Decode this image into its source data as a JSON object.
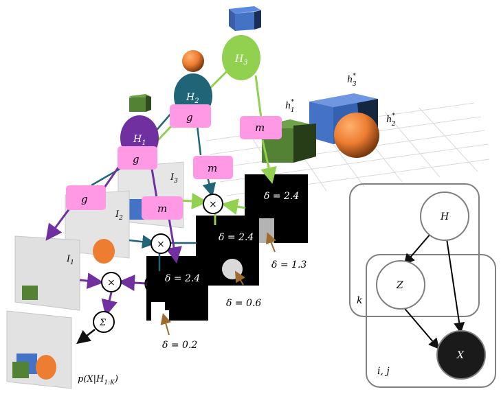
{
  "diagram": {
    "latents": {
      "H1": "H",
      "H1_sub": "1",
      "H2": "H",
      "H2_sub": "2",
      "H3": "H",
      "H3_sub": "3"
    },
    "ops": {
      "g": "g",
      "m": "m",
      "times": "×",
      "sum": "Σ"
    },
    "layers": {
      "I1": "I",
      "I1_sub": "1",
      "I2": "I",
      "I2_sub": "2",
      "I3": "I",
      "I3_sub": "3"
    },
    "mask_labels": {
      "inside_3": "δ = 2.4",
      "inside_2": "δ = 2.4",
      "inside_1": "δ = 2.4",
      "below_3": "δ = 1.3",
      "below_2": "δ = 0.6",
      "below_1": "δ = 0.2"
    },
    "scene_labels": {
      "h1": "h",
      "h1_sub": "1",
      "h1_sup": "*",
      "h2": "h",
      "h2_sub": "2",
      "h2_sup": "*",
      "h3": "h",
      "h3_sub": "3",
      "h3_sup": "*"
    },
    "output_label": {
      "prefix": "p(X|H",
      "sub": "1:K",
      "suffix": ")"
    },
    "graphical_model": {
      "H": "H",
      "Z": "Z",
      "X": "X",
      "plate_outer": "k",
      "plate_inner": "i, j"
    },
    "colors": {
      "object1": "#7030a0",
      "object2": "#1f6477",
      "object3": "#92d050",
      "label_box": "#ff99e6",
      "cube_green": "#548235",
      "cube_blue": "#4472c4",
      "sphere_orange": "#ed7d31",
      "arrow_brown": "#9c6b2e"
    }
  }
}
